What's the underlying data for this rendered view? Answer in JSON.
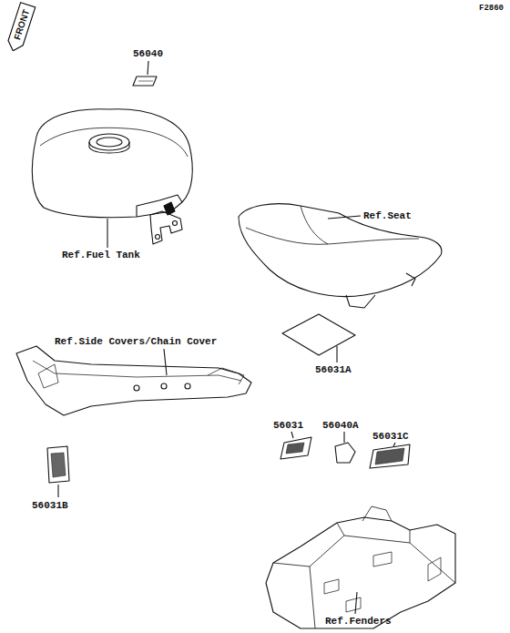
{
  "diagram": {
    "nodes": [
      {
        "text": [
          "FRONT"
        ]
      }
    ],
    "labels": [
      "F2860",
      "56040",
      "Ref.Fuel Tank",
      "Ref.Seat",
      "56031A",
      "Ref.Side Covers/Chain Cover",
      "56031",
      "56040A",
      "56031C",
      "56031B",
      "Ref.Fenders"
    ]
  }
}
